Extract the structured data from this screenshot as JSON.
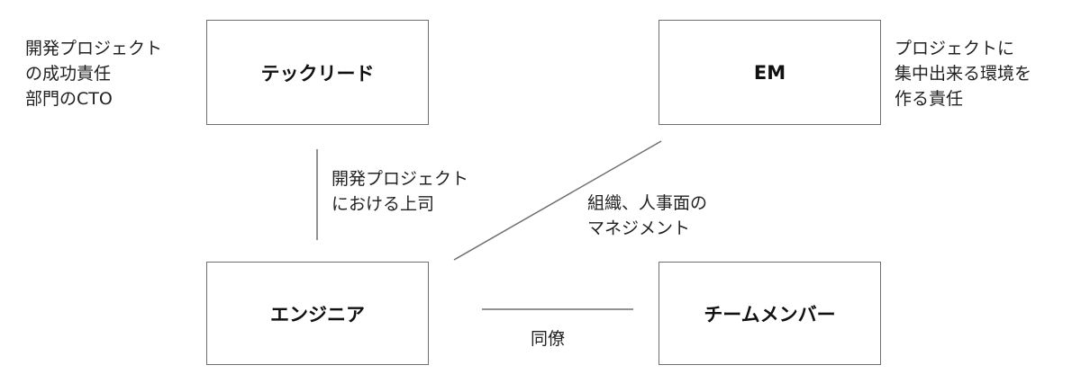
{
  "nodes": {
    "techlead": {
      "label": "テックリード"
    },
    "em": {
      "label": "EM"
    },
    "engineer": {
      "label": "エンジニア"
    },
    "member": {
      "label": "チームメンバー"
    }
  },
  "notes": {
    "techlead_responsibility": [
      "開発プロジェクト",
      "の成功責任",
      "部門のCTO"
    ],
    "em_responsibility": [
      "プロジェクトに",
      "集中出来る環境を",
      "作る責任"
    ]
  },
  "relations": {
    "techlead_engineer": [
      "開発プロジェクト",
      "における上司"
    ],
    "em_engineer": [
      "組織、人事面の",
      "マネジメント"
    ],
    "engineer_member": [
      "同僚"
    ]
  },
  "colors": {
    "border": "#6f6f6f",
    "text": "#1a1a1a",
    "background": "#ffffff"
  }
}
